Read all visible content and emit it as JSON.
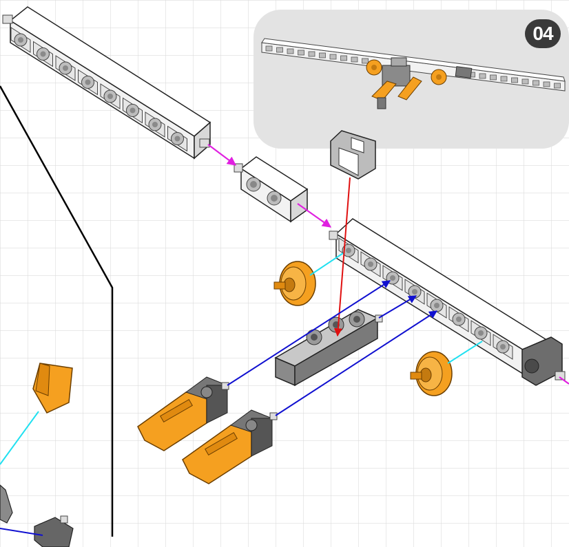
{
  "instruction_step": {
    "step_number": "04"
  },
  "colors": {
    "background": "#ffffff",
    "grid_line": "#dcdcdc",
    "inset_panel": "#e3e3e3",
    "step_badge": "#3a3a3a",
    "beam_white": "#f4f4f4",
    "part_gray": "#8a8a8a",
    "part_dark": "#555555",
    "part_orange": "#f5a020",
    "arrow_magenta": "#e020e0",
    "arrow_red": "#e01010",
    "arrow_cyan": "#20e0f0",
    "arrow_blue": "#1010d0",
    "divider_line": "#000000"
  },
  "parts": [
    {
      "name": "long-beam-top",
      "color": "white",
      "holes": 8
    },
    {
      "name": "short-beam-connector",
      "color": "white",
      "holes": 2
    },
    {
      "name": "long-beam-right",
      "color": "white",
      "holes": 8
    },
    {
      "name": "u-bracket-gray",
      "color": "gray"
    },
    {
      "name": "pulley-wheel-left",
      "color": "orange"
    },
    {
      "name": "pulley-wheel-right",
      "color": "orange"
    },
    {
      "name": "axle-block-gray",
      "color": "gray",
      "holes": 3
    },
    {
      "name": "orange-clip-upper",
      "color": "orange"
    },
    {
      "name": "orange-clip-lower",
      "color": "orange"
    },
    {
      "name": "orange-corner-bracket",
      "color": "orange"
    }
  ]
}
